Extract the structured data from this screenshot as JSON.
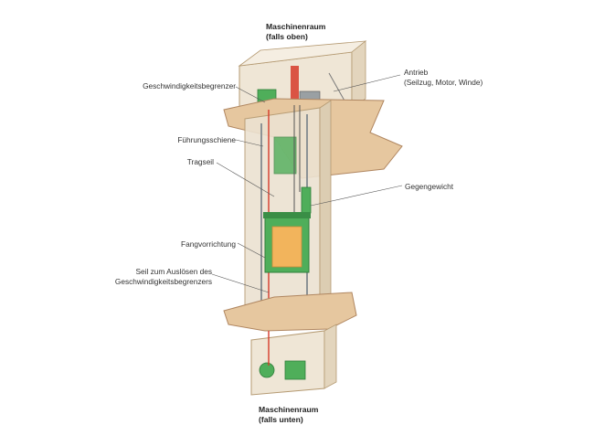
{
  "machine_room_top": {
    "line1": "Maschinenraum",
    "line2": "(falls oben)"
  },
  "machine_room_bottom": {
    "line1": "Maschinenraum",
    "line2": "(falls unten)"
  },
  "labels": {
    "speed_governor": "Geschwindigkeitsbegrenzer",
    "guide_rail": "Führungsschiene",
    "suspension_rope": "Tragseil",
    "safety_gear": "Fangvorrichtung",
    "governor_rope_line1": "Seil zum Auslösen des",
    "governor_rope_line2": "Geschwindigkeitsbegrenzers",
    "drive_line1": "Antrieb",
    "drive_line2": "(Seilzug, Motor, Winde)",
    "counterweight": "Gegengewicht"
  },
  "colors": {
    "wall": "#eadfcd",
    "wall_edge": "#b59a72",
    "floor": "#dbb890",
    "green": "#4fae5a",
    "red": "#d63a2a",
    "car_inner": "#f2b45c",
    "rail": "#8c9295"
  }
}
